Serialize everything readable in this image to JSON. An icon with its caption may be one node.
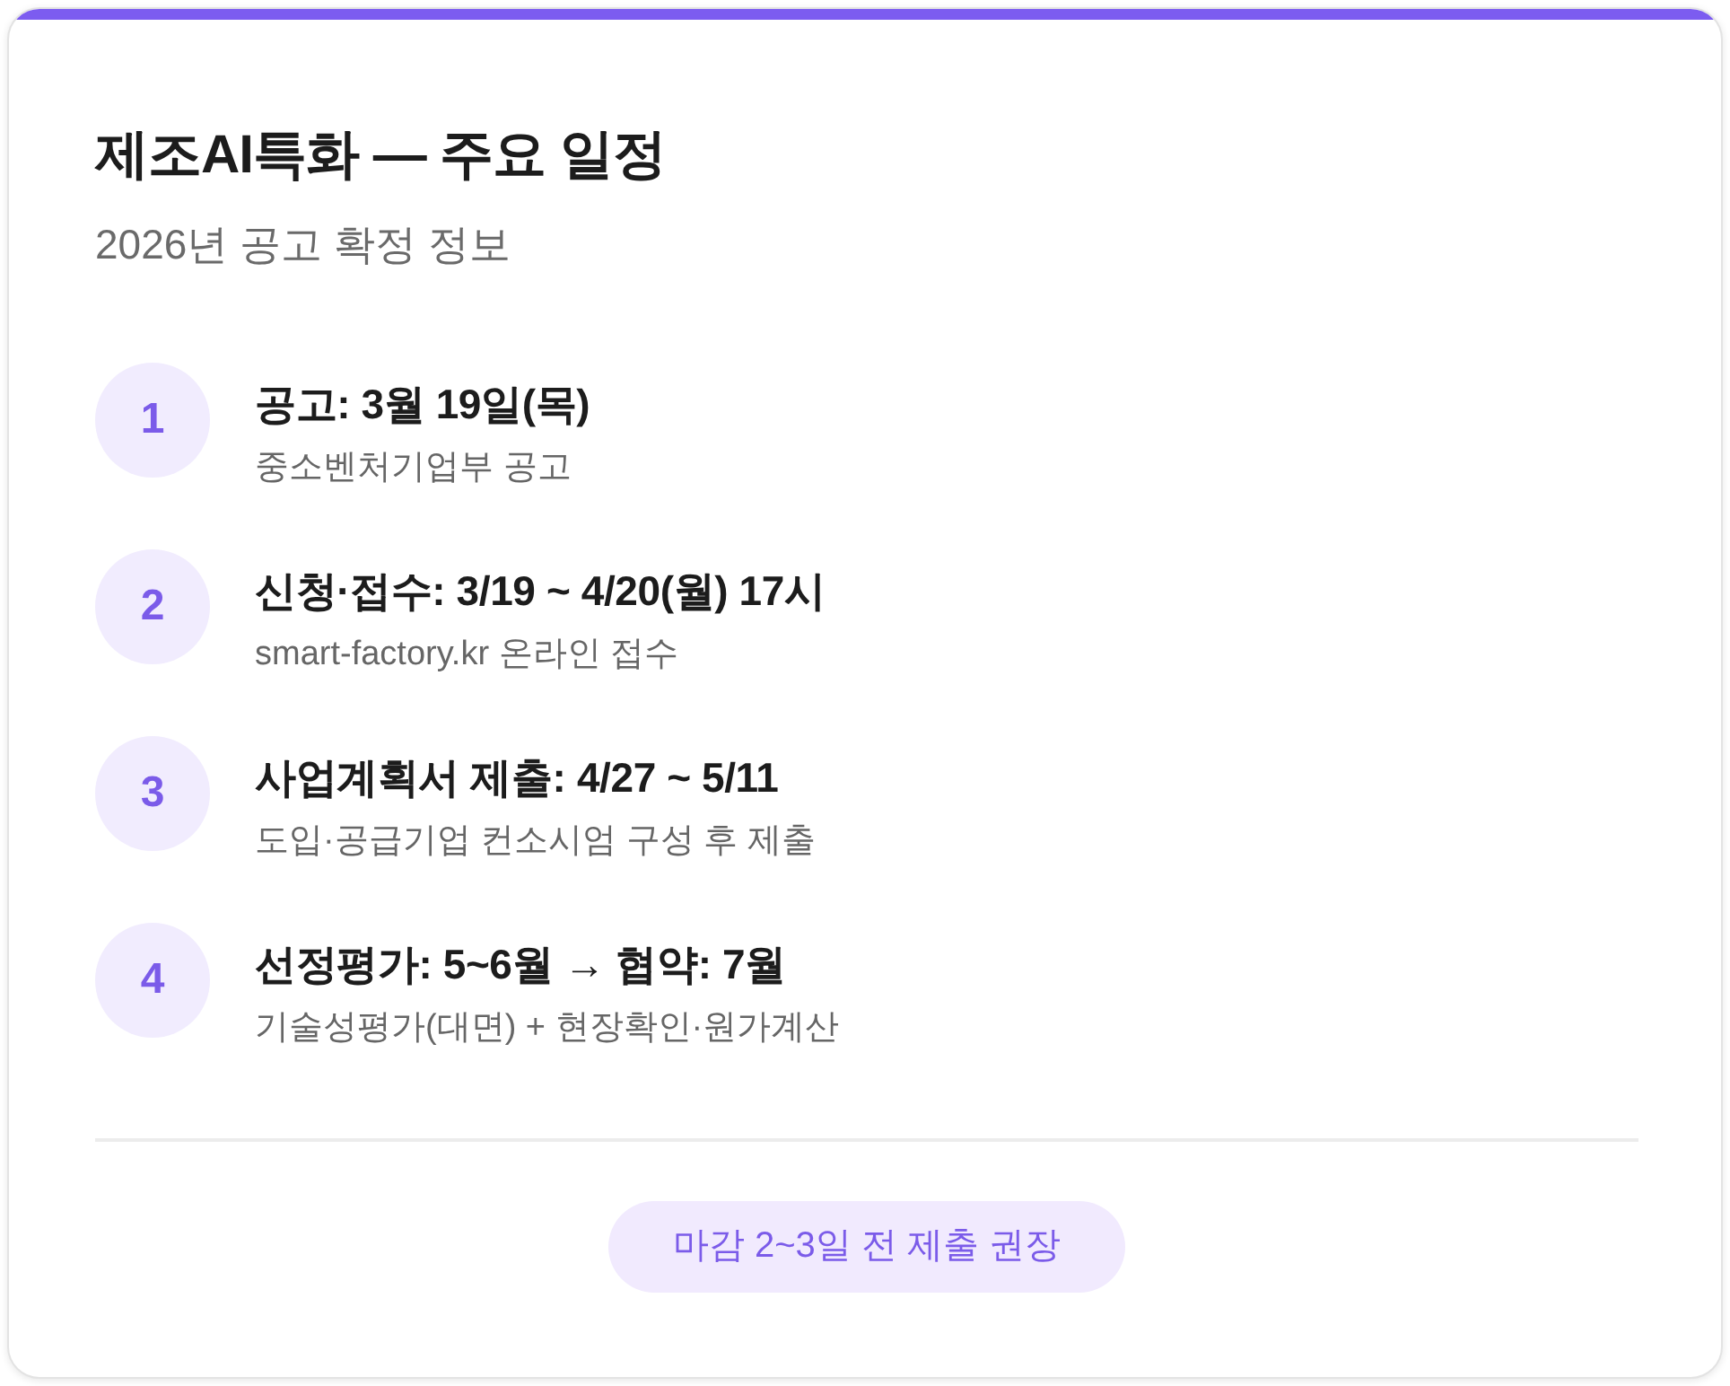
{
  "diagram": {
    "title": "제조AI특화 — 주요 일정",
    "nodes": [
      {
        "text": [
          "1"
        ],
        "beside": [
          "공고: 3월 19일(목)",
          "중소벤처기업부 공고"
        ]
      },
      {
        "text": [
          "2"
        ],
        "beside": [
          "신청·접수: 3/19 ~ 4/20(월) 17시",
          "smart-factory.kr 온라인 접수"
        ]
      },
      {
        "text": [
          "3"
        ],
        "beside": [
          "사업계획서 제출: 4/27 ~ 5/11",
          "도입·공급기업 컨소시엄 구성 후 제출"
        ]
      },
      {
        "text": [
          "4"
        ],
        "beside": [
          "선정평가: 5~6월 → 협약: 7월",
          "기술성평가(대면) + 현장확인·원가계산"
        ]
      },
      {
        "text": [
          "마감 2~3일 전 제출 권장"
        ]
      }
    ],
    "labels": [
      "2026년 공고 확정 정보"
    ]
  }
}
